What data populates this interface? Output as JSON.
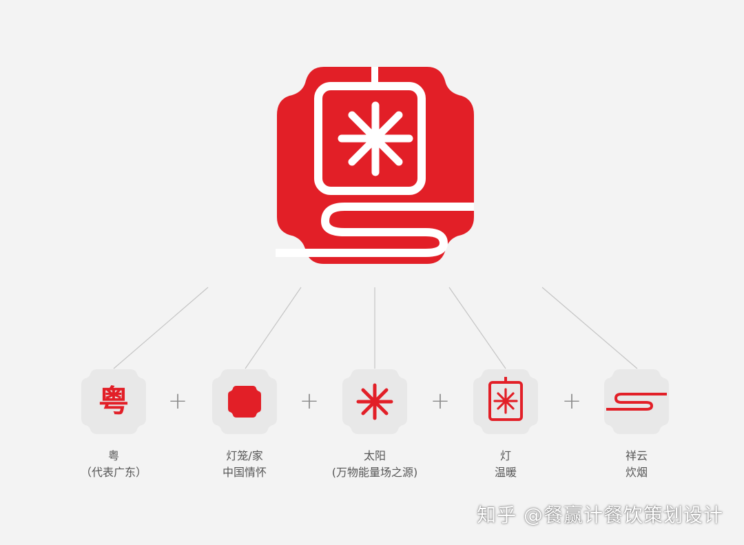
{
  "brand": {
    "logo_name": "粤-lantern-sun-logo",
    "primary_color": "#e21f27",
    "tile_color": "#e8e8e8",
    "background_color": "#f3f3f3"
  },
  "elements": [
    {
      "icon": "yue-character-icon",
      "glyph": "粤",
      "caption_line1": "粤",
      "caption_line2": "（代表广东）"
    },
    {
      "icon": "lantern-icon",
      "caption_line1": "灯笼/家",
      "caption_line2": "中国情怀"
    },
    {
      "icon": "sun-icon",
      "caption_line1": "太阳",
      "caption_line2": "(万物能量场之源)"
    },
    {
      "icon": "lamp-icon",
      "caption_line1": "灯",
      "caption_line2": "温暖"
    },
    {
      "icon": "auspicious-cloud-smoke-icon",
      "caption_line1": "祥云",
      "caption_line2": "炊烟"
    }
  ],
  "operators": [
    "+",
    "+",
    "+",
    "+"
  ],
  "watermark": "知乎 @餐赢计餐饮策划设计"
}
